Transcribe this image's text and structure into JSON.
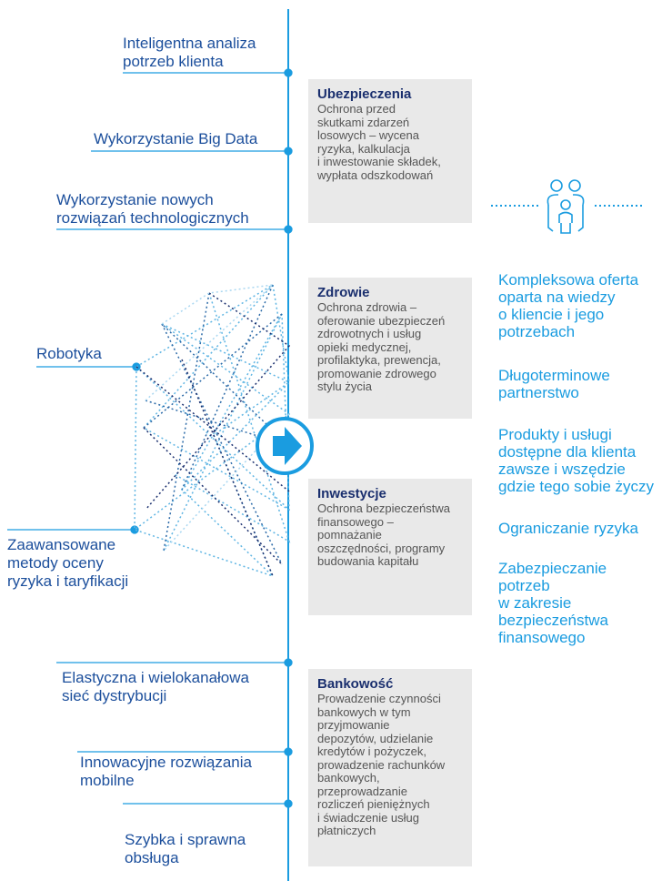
{
  "left_items": [
    "Inteligentna analiza\npotrzeb klienta",
    "Wykorzystanie Big Data",
    "Wykorzystanie nowych\nrozwiązań technologicznych",
    "Robotyka",
    "Zaawansowane\nmetody oceny\nryzyka i taryfikacji",
    "Elastyczna i wielokanałowa\nsieć dystrybucji",
    "Innowacyjne rozwiązania\nmobilne",
    "Szybka i sprawna\nobsługa"
  ],
  "boxes": [
    {
      "title": "Ubezpieczenia",
      "desc": "Ochrona przed\nskutkami zdarzeń\nlosowych – wycena\nryzyka, kalkulacja\ni inwestowanie składek,\nwypłata odszkodowań"
    },
    {
      "title": "Zdrowie",
      "desc": "Ochrona zdrowia –\noferowanie ubezpieczeń\nzdrowotnych i usług\nopieki medycznej,\nprofilaktyka, prewencja,\npromowanie zdrowego\nstylu życia"
    },
    {
      "title": "Inwestycje",
      "desc": "Ochrona bezpieczeństwa\nfinansowego –\npomnażanie\noszczędności, programy\nbudowania kapitału"
    },
    {
      "title": "Bankowość",
      "desc": "Prowadzenie czynności\nbankowych  w tym\nprzyjmowanie\ndepozytów, udzielanie\nkredytów i pożyczek,\nprowadzenie rachunków\nbankowych,\nprzeprowadzanie\nrozliczeń pieniężnych\ni świadczenie usług\npłatniczych"
    }
  ],
  "right_items": [
    "Kompleksowa oferta\noparta na wiedzy\no kliencie i jego\npotrzebach",
    "Długoterminowe\npartnerstwo",
    "Produkty i usługi\ndostępne dla klienta\nzawsze i wszędzie\ngdzie tego sobie życzy",
    "Ograniczanie ryzyka",
    "Zabezpieczanie\npotrzeb\nw zakresie\nbezpieczeństwa\nfinansowego"
  ],
  "colors": {
    "navy": "#1c4f9c",
    "accent": "#1a9ce0",
    "box_bg": "#e9e9e9",
    "title": "#1a2f6e"
  },
  "icons": [
    "arrow-right-icon",
    "family-icon"
  ]
}
